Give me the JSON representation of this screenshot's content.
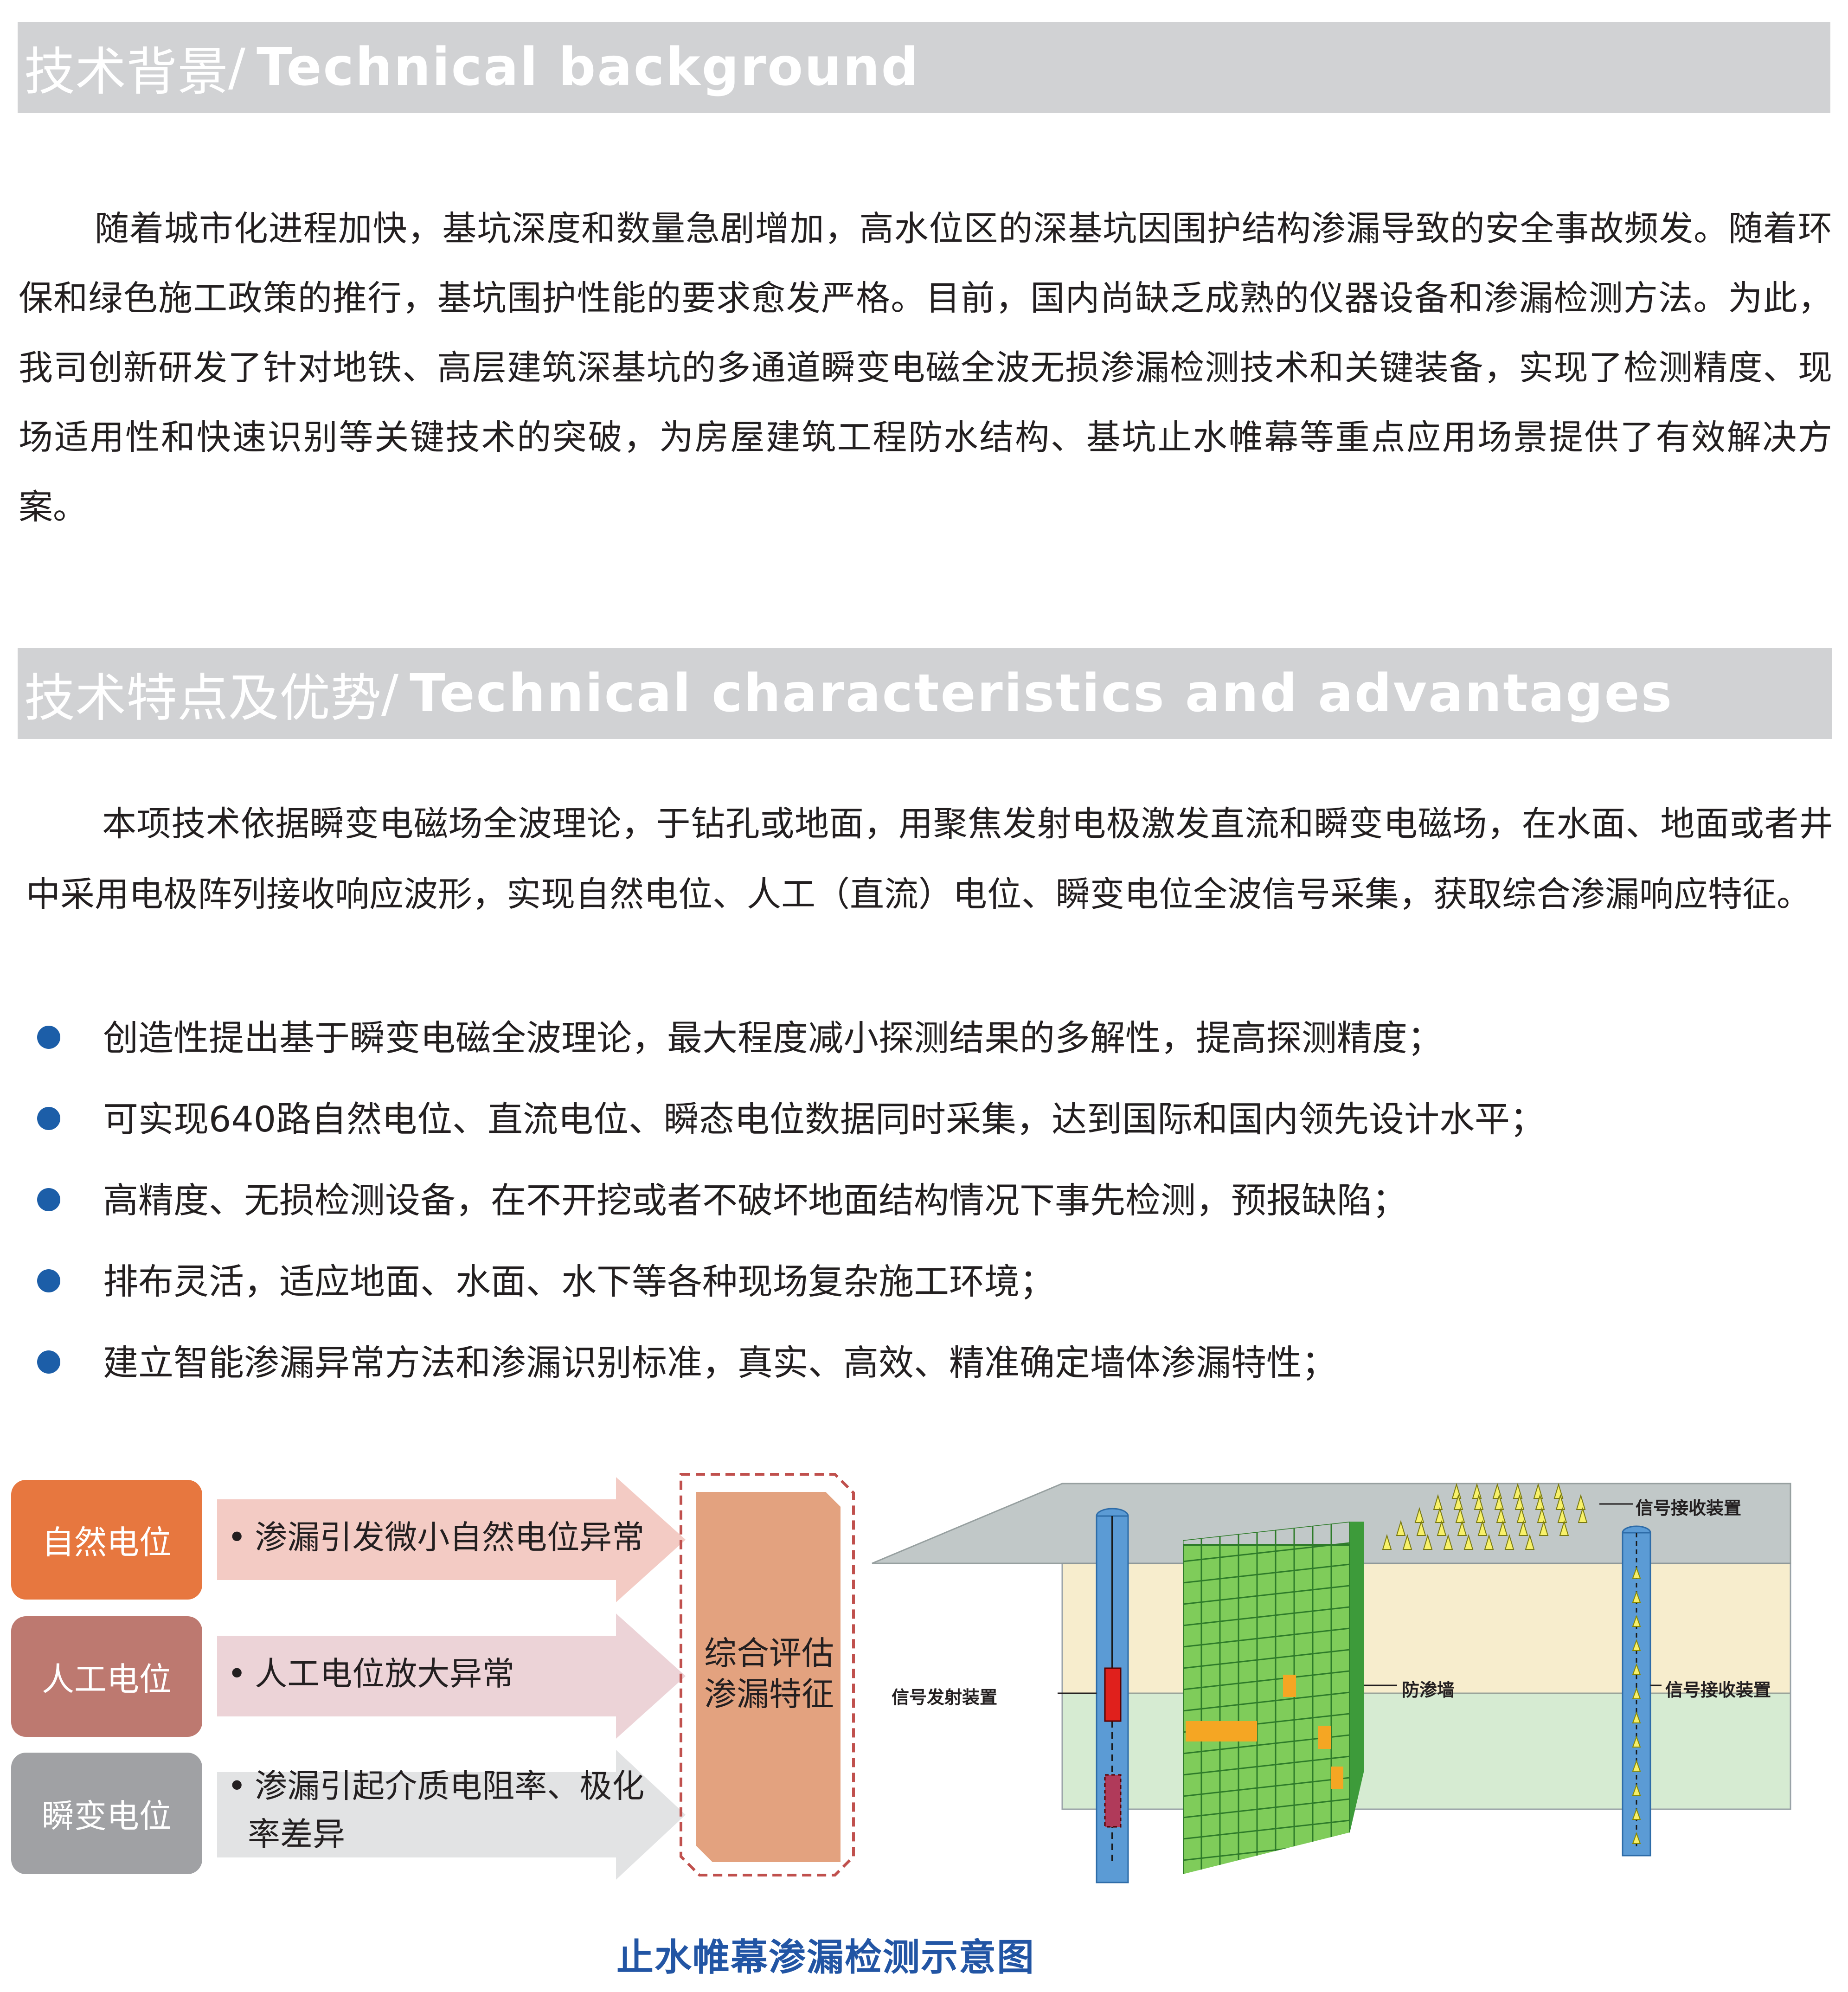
{
  "section1": {
    "title_cn": "技术背景",
    "separator": "/",
    "title_en": "Technical background",
    "paragraph": "随着城市化进程加快，基坑深度和数量急剧增加，高水位区的深基坑因围护结构渗漏导致的安全事故频发。随着环保和绿色施工政策的推行，基坑围护性能的要求愈发严格。目前，国内尚缺乏成熟的仪器设备和渗漏检测方法。为此，我司创新研发了针对地铁、高层建筑深基坑的多通道瞬变电磁全波无损渗漏检测技术和关键装备，实现了检测精度、现场适用性和快速识别等关键技术的突破，为房屋建筑工程防水结构、基坑止水帷幕等重点应用场景提供了有效解决方案。"
  },
  "section2": {
    "title_cn": "技术特点及优势",
    "separator": "/",
    "title_en": "Technical characteristics and advantages",
    "paragraph": "本项技术依据瞬变电磁场全波理论，于钻孔或地面，用聚焦发射电极激发直流和瞬变电磁场，在水面、地面或者井中采用电极阵列接收响应波形，实现自然电位、人工（直流）电位、瞬变电位全波信号采集，获取综合渗漏响应特征。",
    "bullets": [
      "创造性提出基于瞬变电磁全波理论，最大程度减小探测结果的多解性，提高探测精度；",
      "可实现640路自然电位、直流电位、瞬态电位数据同时采集，达到国际和国内领先设计水平；",
      "高精度、无损检测设备，在不开挖或者不破坏地面结构情况下事先检测，预报缺陷；",
      "排布灵活，适应地面、水面、水下等各种现场复杂施工环境；",
      "建立智能渗漏异常方法和渗漏识别标准，真实、高效、精准确定墙体渗漏特性；"
    ]
  },
  "flow": {
    "potentials": [
      {
        "label": "自然电位",
        "note": "渗漏引发微小自然电位异常",
        "color": "#e7773f"
      },
      {
        "label": "人工电位",
        "note": "人工电位放大异常",
        "color": "#bd7970"
      },
      {
        "label": "瞬变电位",
        "note_line1": "渗漏引起介质电阻率、极化",
        "note_line2": "率差异",
        "color": "#a0a1a4"
      }
    ],
    "bullet": "•",
    "synthesis_line1": "综合评估",
    "synthesis_line2": "渗漏特征"
  },
  "schematic": {
    "label_receiver_top": "信号接收装置",
    "label_transmitter": "信号发射装置",
    "label_wall": "防渗墙",
    "label_receiver_right": "信号接收装置"
  },
  "caption": "止水帷幕渗漏检测示意图"
}
